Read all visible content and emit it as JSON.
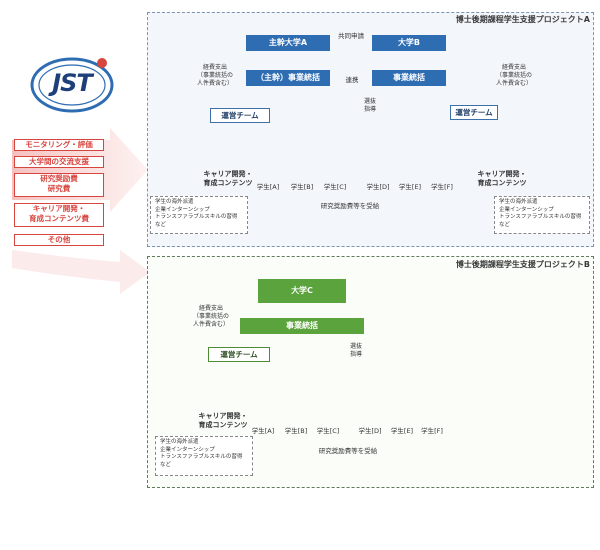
{
  "logo": {
    "text": "JST"
  },
  "sidebar": {
    "items": [
      {
        "label": "モニタリング・評価"
      },
      {
        "label": "大学間の交流支援"
      },
      {
        "label": "研究奨励費\n研究費"
      },
      {
        "label": "キャリア開発・\n育成コンテンツ費"
      },
      {
        "label": "その他"
      }
    ]
  },
  "project_a": {
    "title": "博士後期課程学生支援プロジェクトA",
    "univ_main": "主幹大学A",
    "univ_b": "大学B",
    "joint": "共同申請",
    "dept_main": "（主幹）事業統括",
    "dept_b": "事業統括",
    "coop": "連携",
    "expense_left": "経費支出\n（事業統括の\n人件費含む）",
    "expense_right": "経費支出\n（事業統括の\n人件費含む）",
    "selection": "選抜\n指導",
    "team_left": "運営チーム",
    "team_right": "運営チーム",
    "career_left": "キャリア開発・\n育成コンテンツ",
    "career_right": "キャリア開発・\n育成コンテンツ",
    "students": [
      "学生[A]",
      "学生[B]",
      "学生[C]",
      "学生[D]",
      "学生[E]",
      "学生[F]"
    ],
    "grant": "研究奨励費等を受給",
    "note_left": "学生の海外派遣\n企業インターンシップ\nトランスファラブルスキルの習得\nなど",
    "note_right": "学生の海外派遣\n企業インターンシップ\nトランスファラブルスキルの習得\nなど"
  },
  "project_b": {
    "title": "博士後期課程学生支援プロジェクトB",
    "univ": "大学C",
    "dept": "事業統括",
    "expense": "経費支出\n（事業統括の\n人件費含む）",
    "selection": "選抜\n指導",
    "team": "運営チーム",
    "career": "キャリア開発・\n育成コンテンツ",
    "students": [
      "学生[A]",
      "学生[B]",
      "学生[C]",
      "学生[D]",
      "学生[E]",
      "学生[F]"
    ],
    "grant": "研究奨励費等を受給",
    "note": "学生の海外派遣\n企業インターンシップ\nトランスファラブルスキルの習得\nなど"
  },
  "colors": {
    "blue": "#2f6db3",
    "green": "#5ba33c",
    "accent": "#d8443e",
    "student_blue": "#3d6fa8",
    "student_green": "#4f8a34"
  }
}
